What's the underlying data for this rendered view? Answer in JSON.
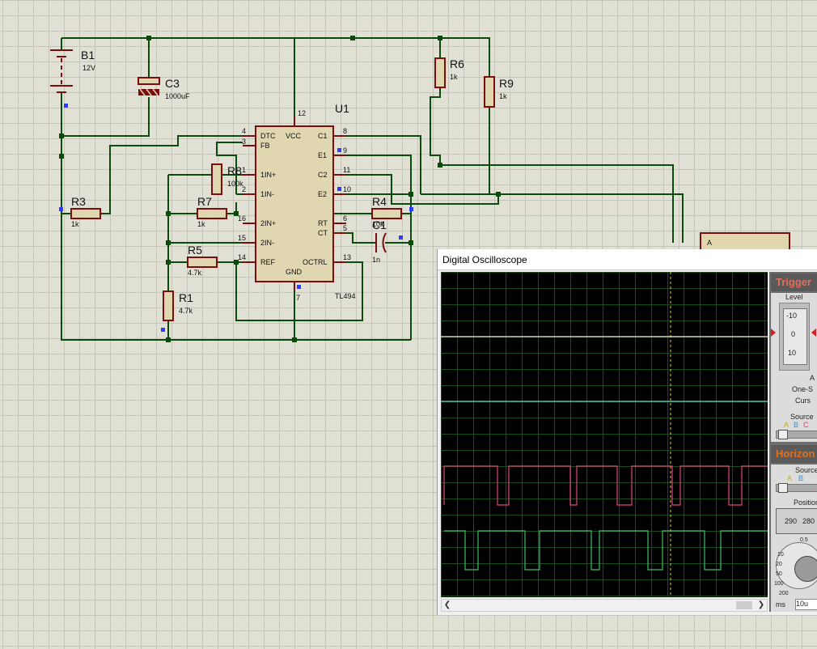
{
  "schematic": {
    "components": {
      "B1": {
        "name": "B1",
        "value": "12V"
      },
      "C3": {
        "name": "C3",
        "value": "1000uF"
      },
      "U1": {
        "name": "U1",
        "part": "TL494"
      },
      "R6": {
        "name": "R6",
        "value": "1k"
      },
      "R9": {
        "name": "R9",
        "value": "1k"
      },
      "R8": {
        "name": "R8",
        "value": "100k"
      },
      "R3": {
        "name": "R3",
        "value": "1k"
      },
      "R7": {
        "name": "R7",
        "value": "1k"
      },
      "R5": {
        "name": "R5",
        "value": "4.7k"
      },
      "R1": {
        "name": "R1",
        "value": "4.7k"
      },
      "R4": {
        "name": "R4",
        "value": "10k"
      },
      "C1": {
        "name": "C1",
        "value": "1n"
      }
    },
    "ic_pins_left": [
      {
        "num": "4",
        "name": "DTC"
      },
      {
        "num": "3",
        "name": "FB"
      },
      {
        "num": "1",
        "name": "1IN+"
      },
      {
        "num": "2",
        "name": "1IN-"
      },
      {
        "num": "16",
        "name": "2IN+"
      },
      {
        "num": "15",
        "name": "2IN-"
      },
      {
        "num": "14",
        "name": "REF"
      }
    ],
    "ic_pins_right": [
      {
        "num": "8",
        "name": "C1"
      },
      {
        "num": "9",
        "name": "E1"
      },
      {
        "num": "11",
        "name": "C2"
      },
      {
        "num": "10",
        "name": "E2"
      },
      {
        "num": "6",
        "name": "RT"
      },
      {
        "num": "5",
        "name": "CT"
      },
      {
        "num": "13",
        "name": "OCTRL"
      }
    ],
    "ic_pin_top": {
      "num": "12",
      "name": "VCC"
    },
    "ic_pin_bottom": {
      "num": "7",
      "name": "GND"
    },
    "probe_label": "A"
  },
  "oscilloscope": {
    "title": "Digital Oscilloscope",
    "trigger_header": "Trigger",
    "level_label": "Level",
    "level_scale": [
      "-10",
      "0",
      "10"
    ],
    "auto_label": "A",
    "one_shot_label": "One-S",
    "cursors_label": "Curs",
    "source_label": "Source",
    "channel_letters": [
      "A",
      "B",
      "C"
    ],
    "horizontal_header": "Horizon",
    "h_source_label": "Source",
    "position_label": "Position",
    "position_readouts": [
      "290",
      "280"
    ],
    "dial_scale": [
      "10",
      "20",
      "50",
      "100",
      "200"
    ],
    "dial_top": "0.5",
    "timebase_unit": "ms",
    "timebase_value": "10u",
    "colors": {
      "screen": "#000000",
      "grid": "#1d4d1d",
      "trace_a": "#ffff00",
      "trace_b": "#5dd6d6",
      "trace_c": "#e0457a",
      "trace_d": "#3fbf5f",
      "accent": "#e07020"
    }
  }
}
